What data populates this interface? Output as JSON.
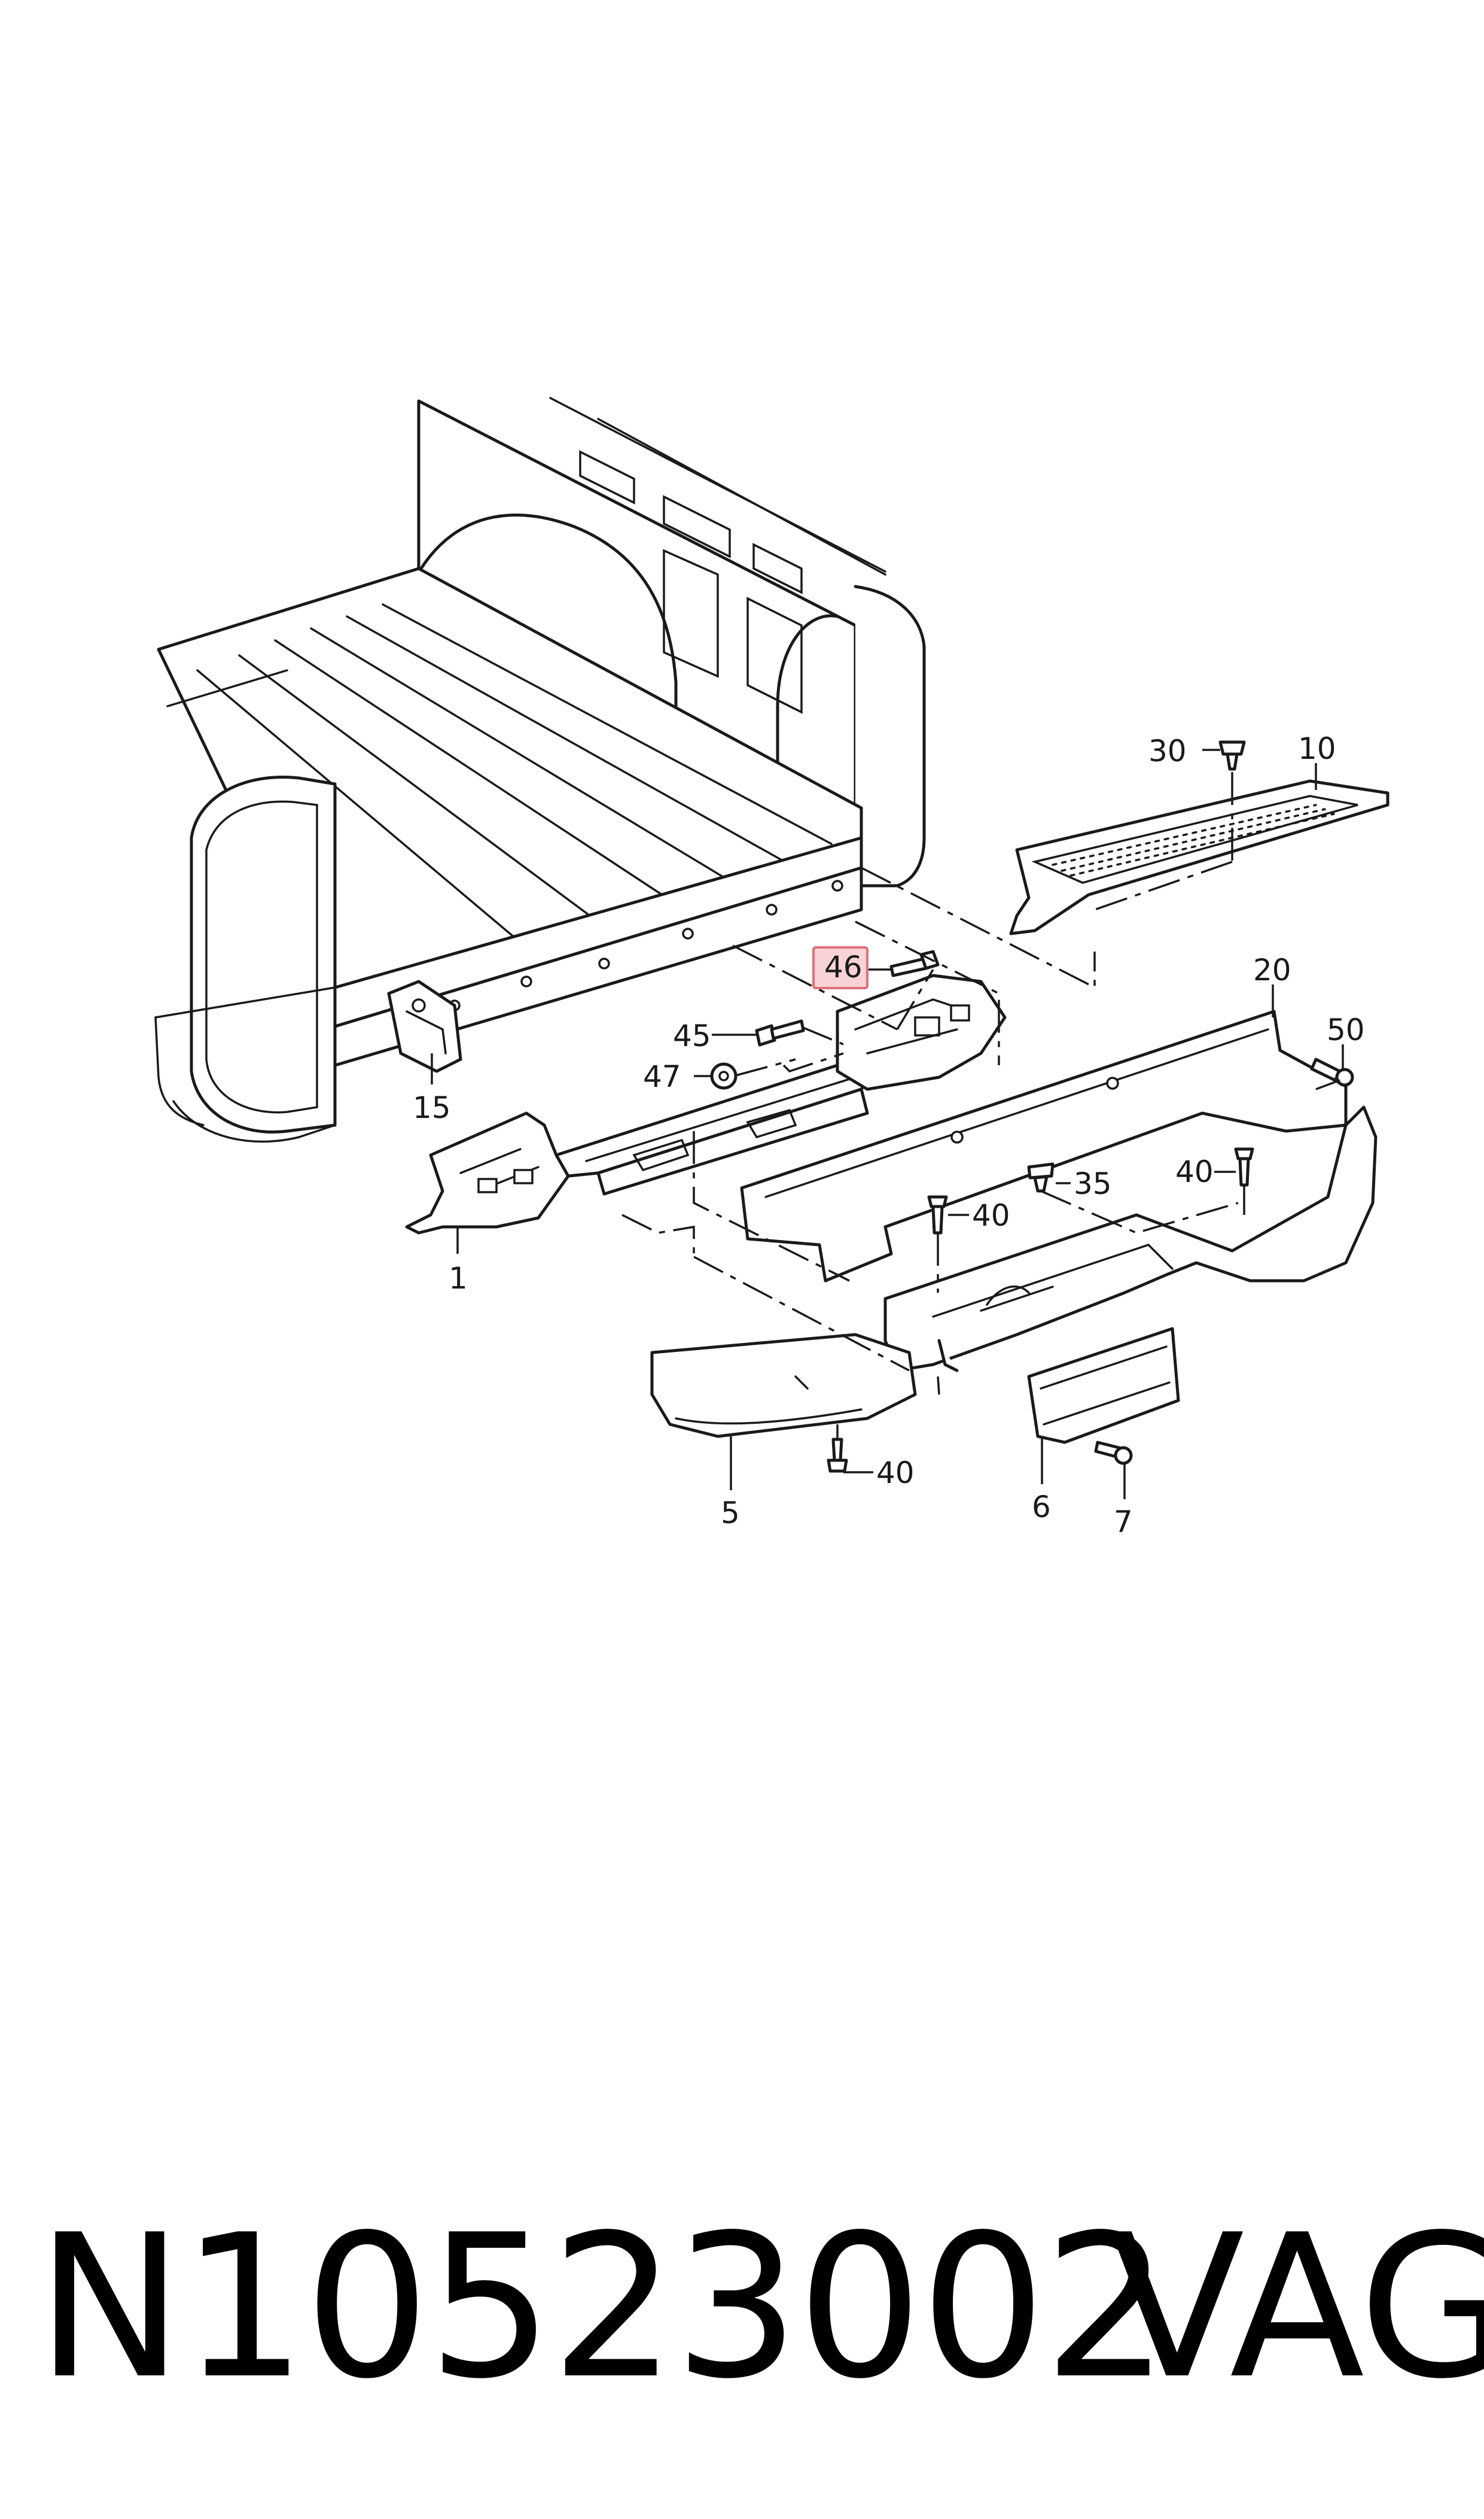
{
  "diagram": {
    "callouts": {
      "c1": "1",
      "c5": "5",
      "c6": "6",
      "c7": "7",
      "c10": "10",
      "c15": "15",
      "c20": "20",
      "c30": "30",
      "c35": "35",
      "c40a": "40",
      "c40b": "40",
      "c40c": "40",
      "c45": "45",
      "c46": "46",
      "c47": "47",
      "c50": "50"
    },
    "highlighted_callout": "46",
    "highlight_color": "#f7d3d6"
  },
  "footer": {
    "part_number": "N10523002",
    "brand": "VAG"
  }
}
